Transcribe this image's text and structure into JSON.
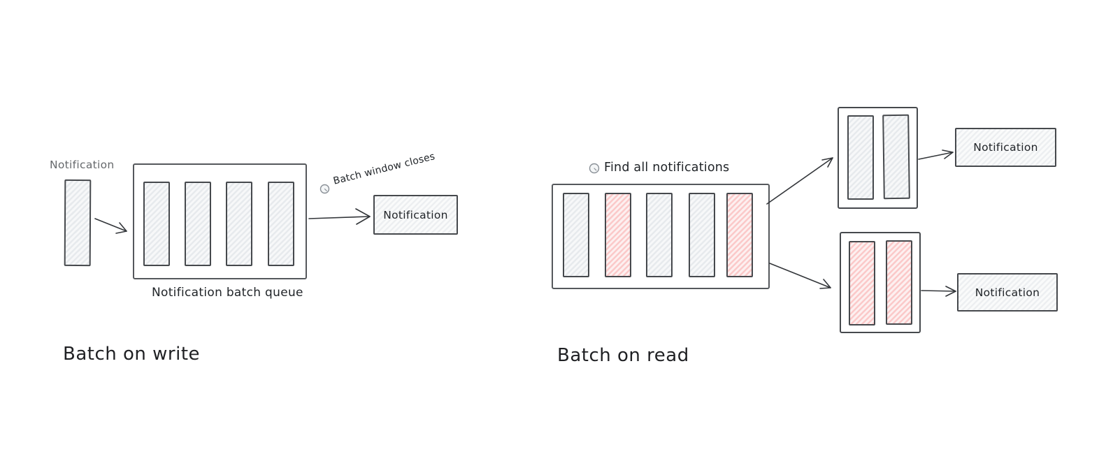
{
  "left": {
    "title": "Batch on write",
    "incoming_label": "Notification",
    "queue_caption": "Notification batch queue",
    "event_label": "Batch window closes",
    "output_label": "Notification",
    "incoming_bar": "gray",
    "queue_bars": [
      "gray",
      "gray",
      "gray",
      "gray"
    ]
  },
  "right": {
    "title": "Batch on read",
    "event_label": "Find all notifications",
    "queue_bars": [
      "gray",
      "red",
      "gray",
      "gray",
      "red"
    ],
    "top_group_bars": [
      "gray",
      "gray"
    ],
    "top_output_label": "Notification",
    "bottom_group_bars": [
      "red",
      "red"
    ],
    "bottom_output_label": "Notification"
  },
  "icons": {
    "clock": "◷"
  },
  "colors": {
    "background": "#ffffff",
    "ink": "#2b2e31",
    "muted_label": "#66696c",
    "gray_fill": "#e9ecef",
    "red_fill": "#ffc9c9",
    "frame_stroke": "#55585c",
    "bar_stroke": "#46494d"
  }
}
